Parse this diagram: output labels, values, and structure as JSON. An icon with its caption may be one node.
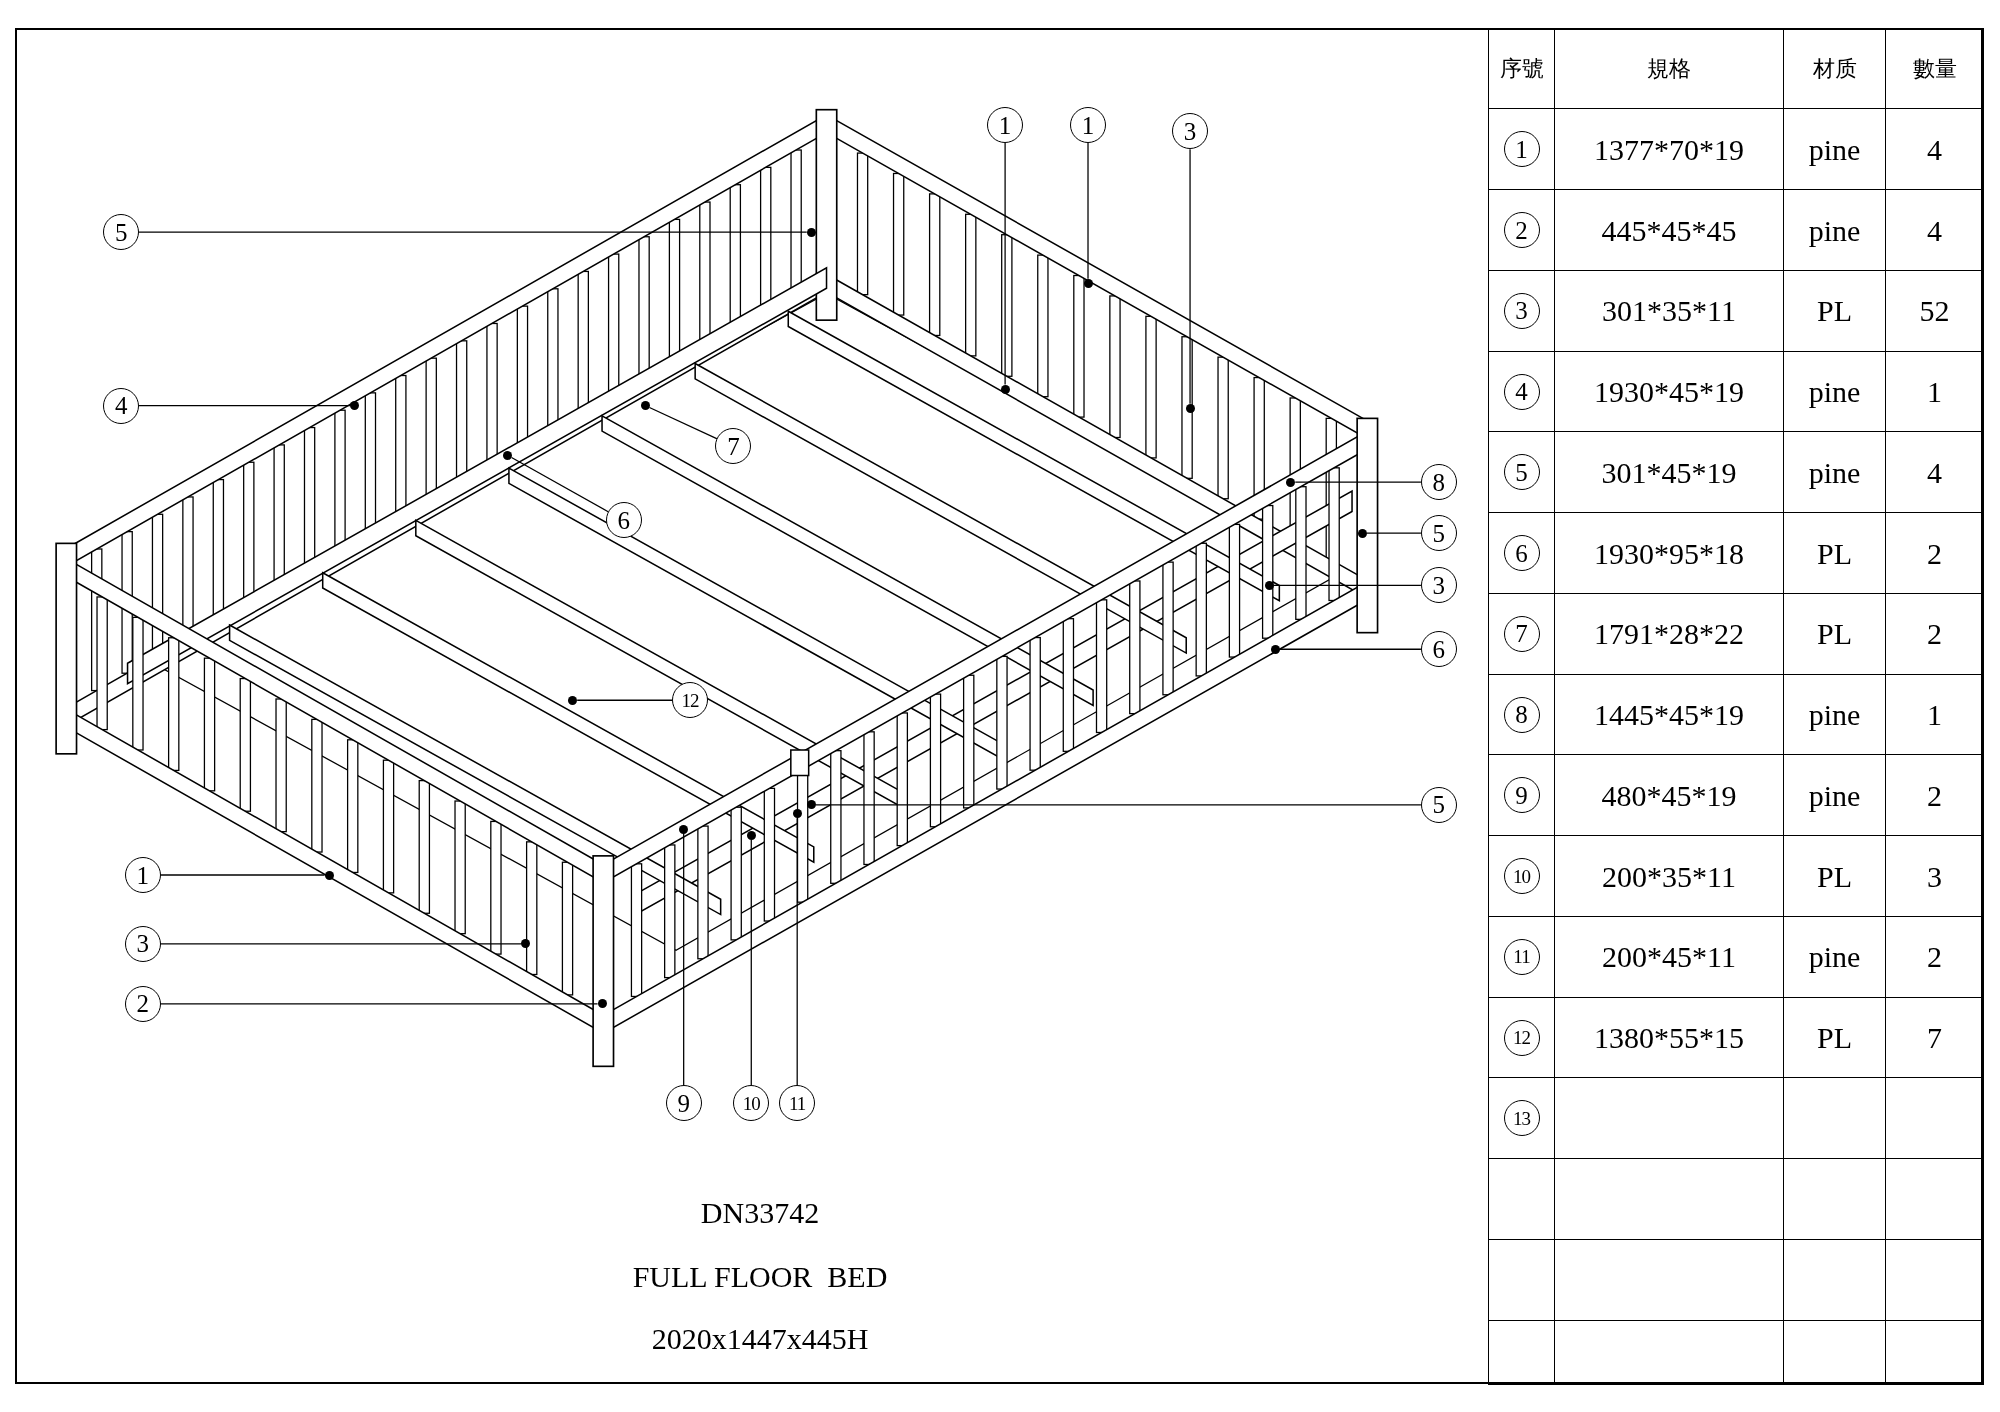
{
  "diagram": {
    "nodes": [
      {
        "text": [
          "5"
        ]
      },
      {
        "text": [],
        "shape": "circle"
      },
      {
        "text": [
          "4"
        ]
      },
      {
        "text": [],
        "shape": "circle"
      },
      {
        "text": [
          "1"
        ]
      },
      {
        "text": [],
        "shape": "circle"
      },
      {
        "text": [
          "1"
        ]
      },
      {
        "text": [],
        "shape": "circle"
      },
      {
        "text": [
          "3"
        ]
      },
      {
        "text": [],
        "shape": "circle"
      },
      {
        "text": [
          "7"
        ]
      },
      {
        "text": [],
        "shape": "circle"
      },
      {
        "text": [
          "6"
        ]
      },
      {
        "text": [],
        "shape": "circle"
      },
      {
        "text": [
          "8"
        ]
      },
      {
        "text": [],
        "shape": "circle"
      },
      {
        "text": [
          "5"
        ]
      },
      {
        "text": [],
        "shape": "circle"
      },
      {
        "text": [
          "3"
        ]
      },
      {
        "text": [],
        "shape": "circle"
      },
      {
        "text": [
          "6"
        ]
      },
      {
        "text": [],
        "shape": "circle"
      },
      {
        "text": [
          "12"
        ]
      },
      {
        "text": [],
        "shape": "circle"
      },
      {
        "text": [
          "5"
        ]
      },
      {
        "text": [],
        "shape": "circle"
      },
      {
        "text": [
          "1"
        ]
      },
      {
        "text": [],
        "shape": "circle"
      },
      {
        "text": [
          "3"
        ]
      },
      {
        "text": [],
        "shape": "circle"
      },
      {
        "text": [
          "2"
        ]
      },
      {
        "text": [],
        "shape": "circle"
      },
      {
        "text": [
          "9"
        ]
      },
      {
        "text": [],
        "shape": "circle"
      },
      {
        "text": [
          "10"
        ]
      },
      {
        "text": [],
        "shape": "circle"
      },
      {
        "text": [
          "11"
        ]
      },
      {
        "text": [],
        "shape": "circle"
      }
    ],
    "edges": [
      {
        "from": 0,
        "to": 1,
        "arrow": "none"
      },
      {
        "from": 2,
        "to": 3,
        "arrow": "none"
      },
      {
        "from": 4,
        "to": 5,
        "arrow": "none"
      },
      {
        "from": 6,
        "to": 7,
        "arrow": "none"
      },
      {
        "from": 8,
        "to": 9,
        "arrow": "none"
      },
      {
        "from": 10,
        "to": 11,
        "arrow": "none"
      },
      {
        "from": 12,
        "to": 13,
        "arrow": "none"
      },
      {
        "from": 14,
        "to": 15,
        "arrow": "none"
      },
      {
        "from": 16,
        "to": 17,
        "arrow": "none"
      },
      {
        "from": 18,
        "to": 19,
        "arrow": "none"
      },
      {
        "from": 20,
        "to": 21,
        "arrow": "none"
      },
      {
        "from": 22,
        "to": 23,
        "arrow": "none"
      },
      {
        "from": 24,
        "to": 25,
        "arrow": "none"
      },
      {
        "from": 26,
        "to": 27,
        "arrow": "none"
      },
      {
        "from": 28,
        "to": 29,
        "arrow": "none"
      },
      {
        "from": 30,
        "to": 31,
        "arrow": "none"
      },
      {
        "from": 32,
        "to": 33,
        "arrow": "none"
      },
      {
        "from": 34,
        "to": 35,
        "arrow": "none"
      },
      {
        "from": 36,
        "to": 37,
        "arrow": "none"
      }
    ],
    "labels": [
      "DN33742",
      "FULL FLOOR  BED",
      "2020x1447x445H",
      "序號",
      "規格",
      "材质",
      "數量",
      "1",
      "1377*70*19",
      "pine",
      "4",
      "2",
      "445*45*45",
      "pine",
      "4",
      "3",
      "301*35*11",
      "PL",
      "52",
      "4",
      "1930*45*19",
      "pine",
      "1",
      "5",
      "301*45*19",
      "pine",
      "4",
      "6",
      "1930*95*18",
      "PL",
      "2",
      "7",
      "1791*28*22",
      "PL",
      "2",
      "8",
      "1445*45*19",
      "pine",
      "1",
      "9",
      "480*45*19",
      "pine",
      "2",
      "10",
      "200*35*11",
      "PL",
      "3",
      "11",
      "200*45*11",
      "pine",
      "2",
      "12",
      "1380*55*15",
      "PL",
      "7",
      "13"
    ]
  }
}
